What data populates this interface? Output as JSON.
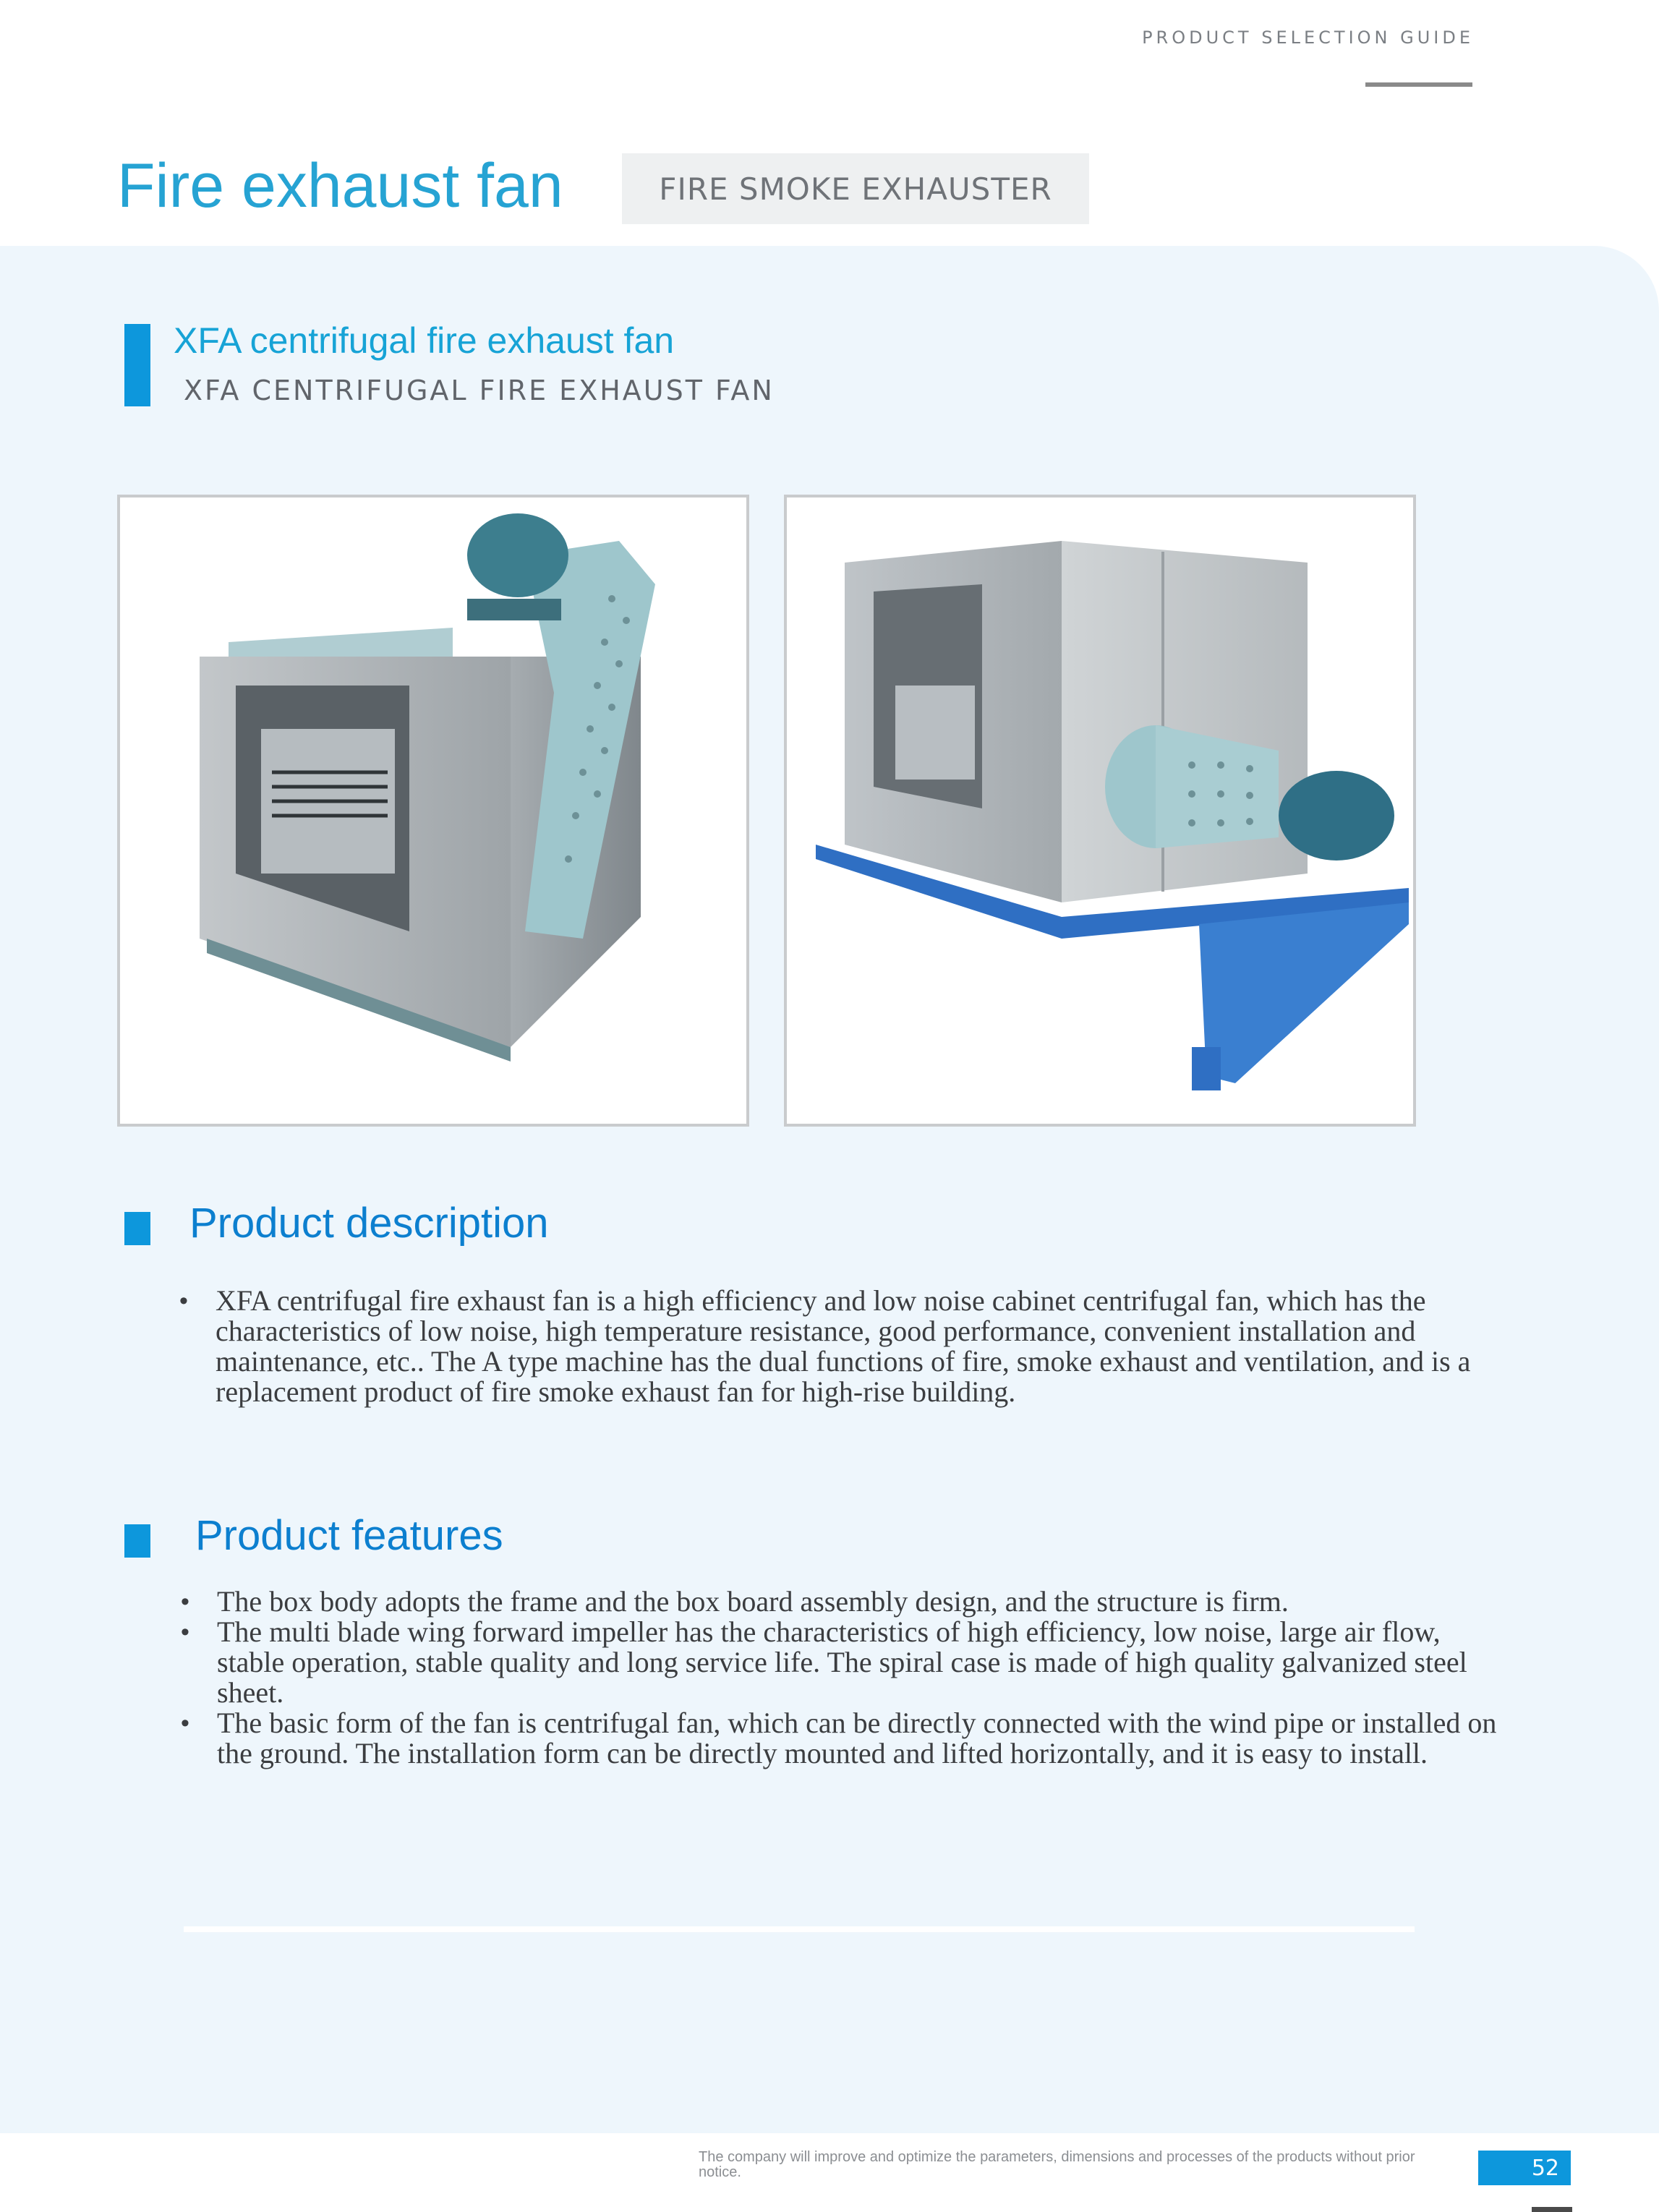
{
  "header": {
    "guide_label": "PRODUCT SELECTION GUIDE",
    "title": "Fire exhaust fan",
    "tag": "FIRE SMOKE EXHAUSTER"
  },
  "product": {
    "name": "XFA centrifugal fire exhaust fan",
    "name_en": "XFA CENTRIFUGAL FIRE EXHAUST FAN"
  },
  "images": [
    {
      "alt": "xfa-fan-front-view-photo"
    },
    {
      "alt": "xfa-fan-rear-view-photo"
    }
  ],
  "description": {
    "title": "Product description",
    "items": [
      "XFA centrifugal fire exhaust fan is a high efficiency and low noise cabinet centrifugal fan, which has the characteristics of low noise, high temperature resistance, good performance, convenient installation and maintenance, etc.. The A type machine has the dual functions of fire, smoke exhaust and ventilation, and is a replacement product of fire smoke exhaust fan for high-rise building."
    ]
  },
  "features": {
    "title": "Product features",
    "items": [
      "The box body adopts the frame and the box board assembly design, and the structure is firm.",
      "The multi blade wing forward impeller has the characteristics of high efficiency, low noise, large air flow, stable operation, stable quality and long service life. The spiral case is made of high quality galvanized steel sheet.",
      "The basic form of the fan is centrifugal fan, which can be directly connected with the wind pipe or installed on the ground. The installation form can be directly mounted and lifted horizontally, and it is easy to install."
    ]
  },
  "footer": {
    "note": "The company will improve and optimize the parameters, dimensions and processes of the products without prior notice.",
    "page_number": "52"
  },
  "colors": {
    "accent": "#0d97dc",
    "title_blue": "#26a3d3",
    "heading_blue": "#0c7fcf",
    "panel_bg": "#eef6fc"
  }
}
